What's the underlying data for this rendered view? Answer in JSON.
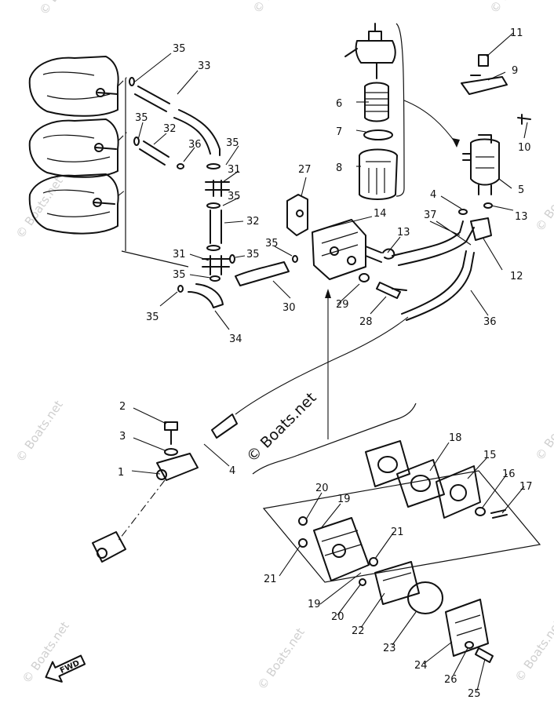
{
  "labels": {
    "p1": "1",
    "p2": "2",
    "p3": "3",
    "p4a": "4",
    "p4b": "4",
    "p5": "5",
    "p6": "6",
    "p7": "7",
    "p8": "8",
    "p9": "9",
    "p10": "10",
    "p11": "11",
    "p12": "12",
    "p13a": "13",
    "p13b": "13",
    "p14": "14",
    "p15": "15",
    "p16": "16",
    "p17": "17",
    "p18": "18",
    "p19a": "19",
    "p19b": "19",
    "p20a": "20",
    "p20b": "20",
    "p21a": "21",
    "p21b": "21",
    "p22": "22",
    "p23": "23",
    "p24": "24",
    "p25": "25",
    "p26": "26",
    "p27": "27",
    "p28": "28",
    "p29": "29",
    "p30": "30",
    "p31a": "31",
    "p31b": "31",
    "p32a": "32",
    "p32b": "32",
    "p33": "33",
    "p34": "34",
    "p35a": "35",
    "p35b": "35",
    "p35c": "35",
    "p35d": "35",
    "p35e": "35",
    "p35f": "35",
    "p35g": "35",
    "p35h": "35",
    "p36a": "36",
    "p36b": "36",
    "p37": "37"
  },
  "watermark": {
    "text": "© Boats.net",
    "main": "© Boats.net"
  },
  "fwd_badge": "FWD"
}
